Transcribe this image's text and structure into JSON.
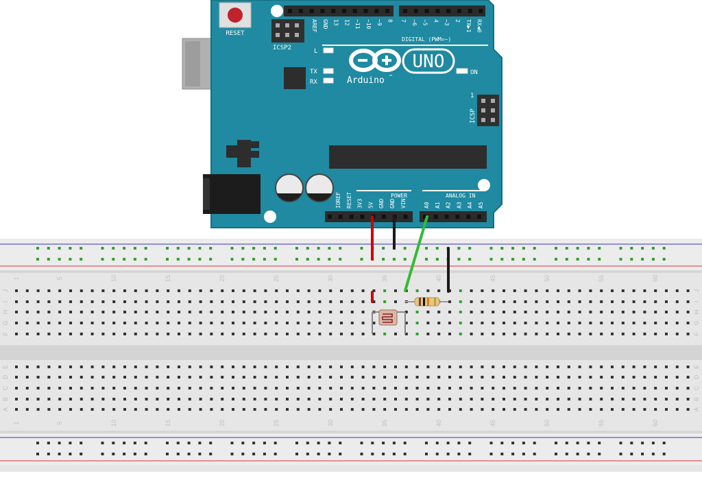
{
  "board": {
    "reset_label": "RESET",
    "icsp2_label": "ICSP2",
    "icsp_label": "ICSP",
    "icsp_pin1": "1",
    "led_l": "L",
    "led_tx": "TX",
    "led_rx": "RX",
    "led_on": "ON",
    "model": "UNO",
    "brand": "Arduino",
    "trademark": "™",
    "digital_label": "DIGITAL (PWM=~)",
    "power_label": "POWER",
    "analog_label": "ANALOG IN",
    "digital_pins": [
      "AREF",
      "GND",
      "13",
      "12",
      "~11",
      "~10",
      "~9",
      "8",
      "7",
      "~6",
      "~5",
      "4",
      "~3",
      "2",
      "TX▶1",
      "RX◀0"
    ],
    "power_pins": [
      "IOREF",
      "RESET",
      "3V3",
      "5V",
      "GND",
      "GND",
      "VIN"
    ],
    "analog_pins": [
      "A0",
      "A1",
      "A2",
      "A3",
      "A4",
      "A5"
    ]
  },
  "breadboard": {
    "column_numbers": [
      "1",
      "5",
      "10",
      "15",
      "20",
      "25",
      "30",
      "35",
      "40",
      "45",
      "50",
      "55",
      "60"
    ],
    "rows_top": [
      "J",
      "I",
      "H",
      "G",
      "F"
    ],
    "rows_bottom": [
      "E",
      "D",
      "C",
      "B",
      "A"
    ]
  },
  "colors": {
    "board": "#1f8aa1",
    "board_edge": "#15707f",
    "wire_5v": "#cc0000",
    "wire_gnd": "#1a1a1a",
    "wire_a0": "#33bb33",
    "rail_red": "#d33",
    "rail_blue": "#33c"
  }
}
